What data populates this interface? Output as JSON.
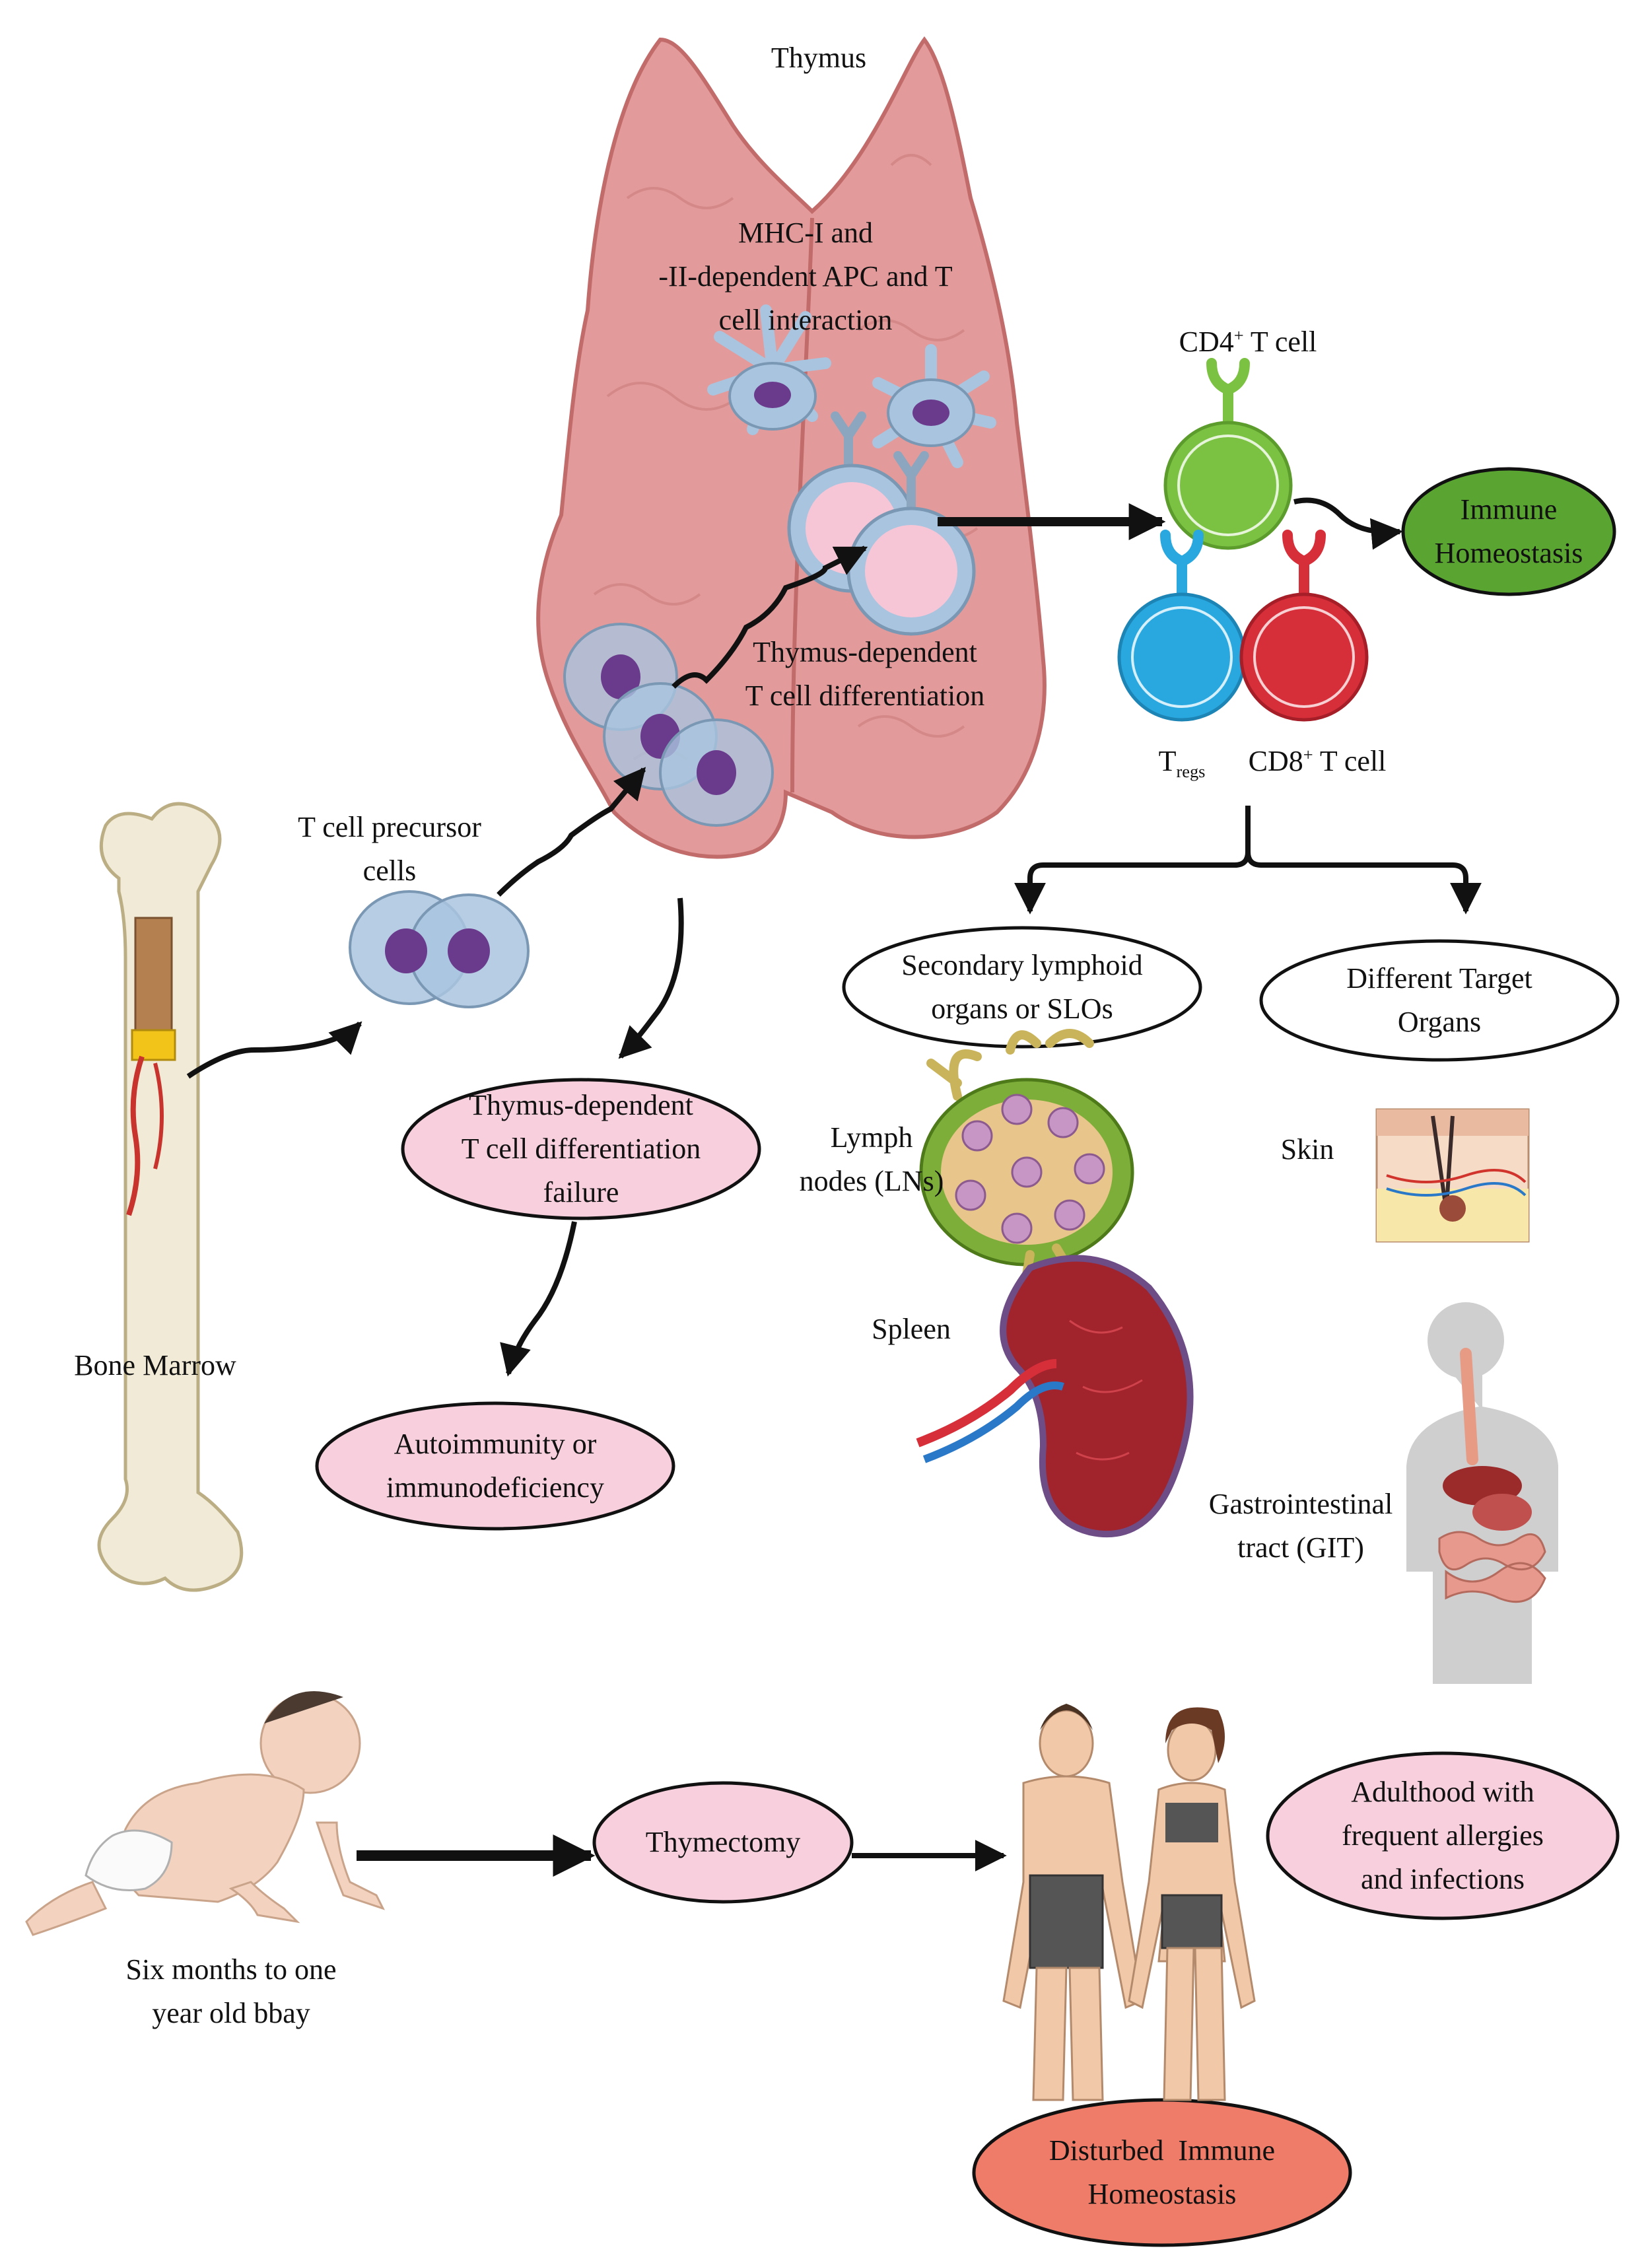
{
  "colors": {
    "thymus": "#e39a9a",
    "thymus_dark": "#c26b6b",
    "pink_box": "#f8cfdd",
    "green_box": "#5aa532",
    "red_box": "#ee7c68",
    "cd4_cell": "#7cc242",
    "treg_cell": "#29a8e0",
    "cd8_cell": "#d72f3a",
    "precursor_cell": "#a9c4df",
    "nucleus": "#6a3a8c"
  },
  "labels": {
    "thymus": "Thymus",
    "mhc_line1": "MHC-I and",
    "mhc_line2": "-II-dependent APC and T",
    "mhc_line3": "cell interaction",
    "thymus_diff_line1": "Thymus-dependent",
    "thymus_diff_line2": "T cell differentiation",
    "cd4_prefix": "CD4",
    "cd4_sup": "+",
    "cd4_suffix": " T cell",
    "tregs_main": "T",
    "tregs_sub": "regs",
    "cd8_prefix": "CD8",
    "cd8_sup": "+",
    "cd8_suffix": " T cell",
    "precursor_line1": "T cell precursor",
    "precursor_line2": "cells",
    "bone_marrow": "Bone Marrow",
    "lymph_line1": "Lymph",
    "lymph_line2": "nodes (LNs)",
    "spleen": "Spleen",
    "skin": "Skin",
    "git_line1": "Gastrointestinal",
    "git_line2": "tract (GIT)",
    "baby_line1": "Six months to one",
    "baby_line2": "year old bbay"
  },
  "boxes": {
    "immune_line1": "Immune",
    "immune_line2": "Homeostasis",
    "failure_line1": "Thymus-dependent",
    "failure_line2": "T cell differentiation",
    "failure_line3": "failure",
    "auto_line1": "Autoimmunity or",
    "auto_line2": "immunodeficiency",
    "slo_line1": "Secondary lymphoid",
    "slo_line2": "organs or SLOs",
    "target_line1": "Different Target",
    "target_line2": "Organs",
    "thymectomy": "Thymectomy",
    "adult_line1": "Adulthood with",
    "adult_line2": "frequent allergies",
    "adult_line3": "and infections",
    "disturbed_line1": "Disturbed  Immune",
    "disturbed_line2": "Homeostasis"
  }
}
